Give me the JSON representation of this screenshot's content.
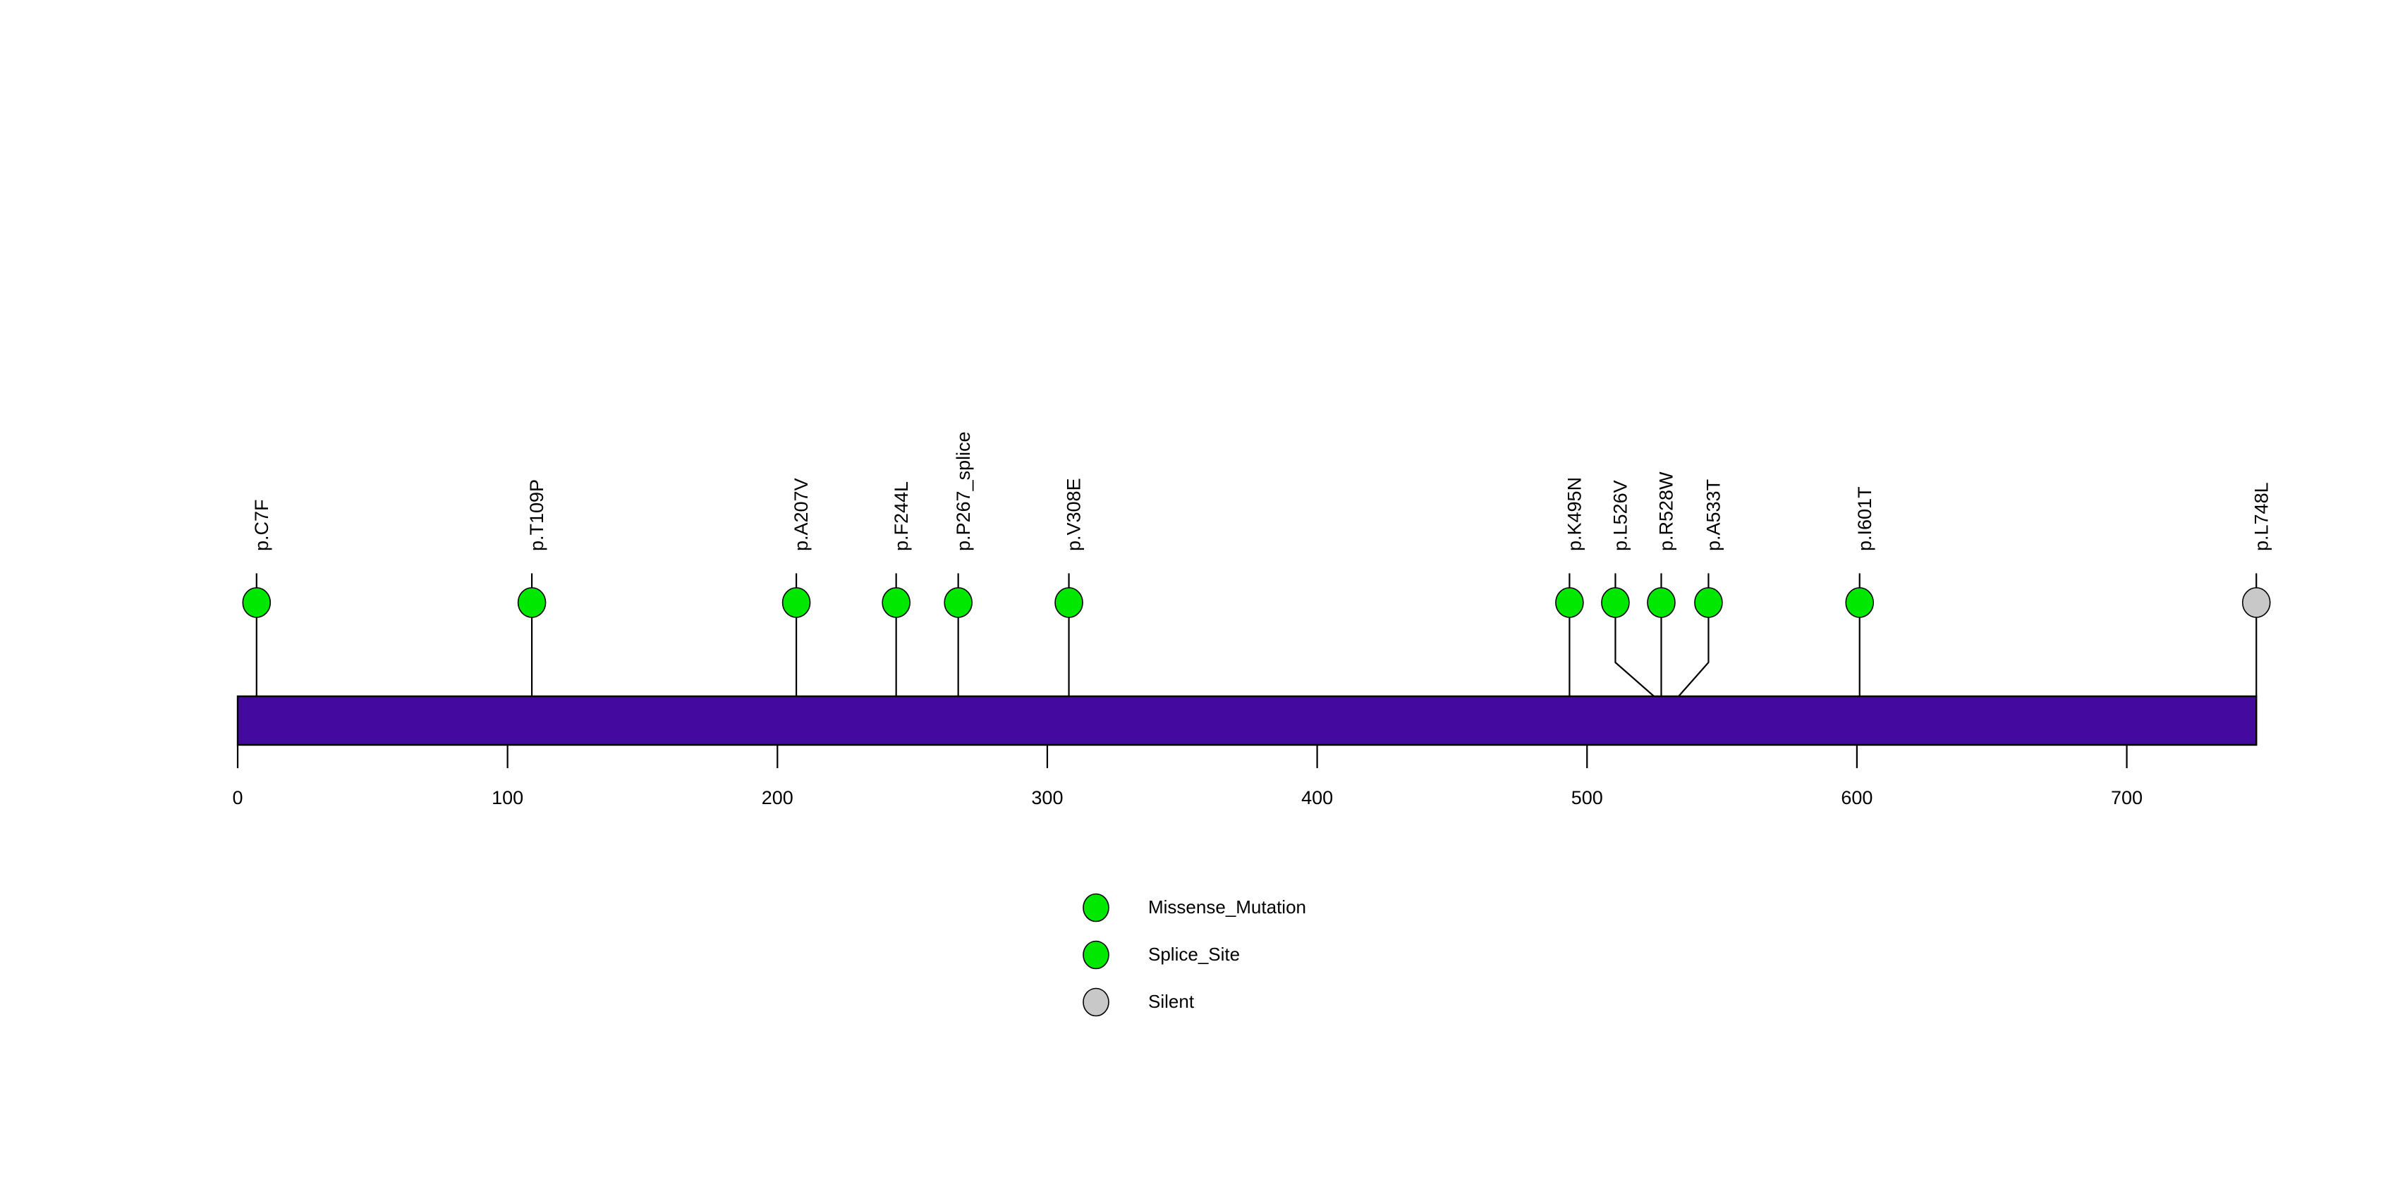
{
  "chart_data": {
    "type": "scatter",
    "chart_kind": "lollipop-protein-mutation-diagram",
    "title": "",
    "subtitle": "",
    "xlabel": "",
    "ylabel": "",
    "xlim": [
      0,
      750
    ],
    "protein_length": 748,
    "grid": false,
    "legend_position": "bottom-center",
    "axis": {
      "ticks": [
        0,
        100,
        200,
        300,
        400,
        500,
        600,
        700
      ],
      "tick_labels": [
        "0",
        "100",
        "200",
        "300",
        "400",
        "500",
        "600",
        "700"
      ]
    },
    "domain_track": {
      "name": "protein-backbone",
      "start": 0,
      "end": 748,
      "color": "#44099E"
    },
    "categories": [
      "p.C7F",
      "p.T109P",
      "p.A207V",
      "p.F244L",
      "p.P267_splice",
      "p.V308E",
      "p.K495N",
      "p.L526V",
      "p.R528W",
      "p.A533T",
      "p.I601T",
      "p.L748L"
    ],
    "values": [
      1,
      1,
      1,
      1,
      1,
      1,
      1,
      1,
      1,
      1,
      1,
      1
    ],
    "mutations": [
      {
        "label": "p.C7F",
        "position": 7,
        "count": 1,
        "type": "Missense_Mutation",
        "color": "#00E800",
        "marker_x": 7,
        "stem_bend": false
      },
      {
        "label": "p.T109P",
        "position": 109,
        "count": 1,
        "type": "Missense_Mutation",
        "color": "#00E800",
        "marker_x": 109,
        "stem_bend": false
      },
      {
        "label": "p.A207V",
        "position": 207,
        "count": 1,
        "type": "Missense_Mutation",
        "color": "#00E800",
        "marker_x": 207,
        "stem_bend": false
      },
      {
        "label": "p.F244L",
        "position": 244,
        "count": 1,
        "type": "Missense_Mutation",
        "color": "#00E800",
        "marker_x": 244,
        "stem_bend": false
      },
      {
        "label": "p.P267_splice",
        "position": 267,
        "count": 1,
        "type": "Splice_Site",
        "color": "#00E800",
        "marker_x": 267,
        "stem_bend": false
      },
      {
        "label": "p.V308E",
        "position": 308,
        "count": 1,
        "type": "Missense_Mutation",
        "color": "#00E800",
        "marker_x": 308,
        "stem_bend": false
      },
      {
        "label": "p.K495N",
        "position": 495,
        "count": 1,
        "type": "Missense_Mutation",
        "color": "#00E800",
        "marker_x": 493.5,
        "stem_bend": false
      },
      {
        "label": "p.L526V",
        "position": 526,
        "count": 1,
        "type": "Missense_Mutation",
        "color": "#00E800",
        "marker_x": 510.5,
        "stem_bend": true
      },
      {
        "label": "p.R528W",
        "position": 528,
        "count": 1,
        "type": "Missense_Mutation",
        "color": "#00E800",
        "marker_x": 527.5,
        "stem_bend": false
      },
      {
        "label": "p.A533T",
        "position": 533,
        "count": 1,
        "type": "Missense_Mutation",
        "color": "#00E800",
        "marker_x": 545.0,
        "stem_bend": true
      },
      {
        "label": "p.I601T",
        "position": 601,
        "count": 1,
        "type": "Missense_Mutation",
        "color": "#00E800",
        "marker_x": 601,
        "stem_bend": false
      },
      {
        "label": "p.L748L",
        "position": 748,
        "count": 1,
        "type": "Silent",
        "color": "#C8C8C8",
        "marker_x": 748,
        "stem_bend": false
      }
    ],
    "legend": [
      {
        "label": "Missense_Mutation",
        "color": "#00E800"
      },
      {
        "label": "Splice_Site",
        "color": "#00E800"
      },
      {
        "label": "Silent",
        "color": "#C8C8C8"
      }
    ],
    "colors": {
      "missense": "#00E800",
      "splice_site": "#00E800",
      "silent": "#C8C8C8",
      "backbone": "#44099E",
      "stem": "#000000",
      "background": "#FFFFFF",
      "text": "#000000"
    }
  }
}
